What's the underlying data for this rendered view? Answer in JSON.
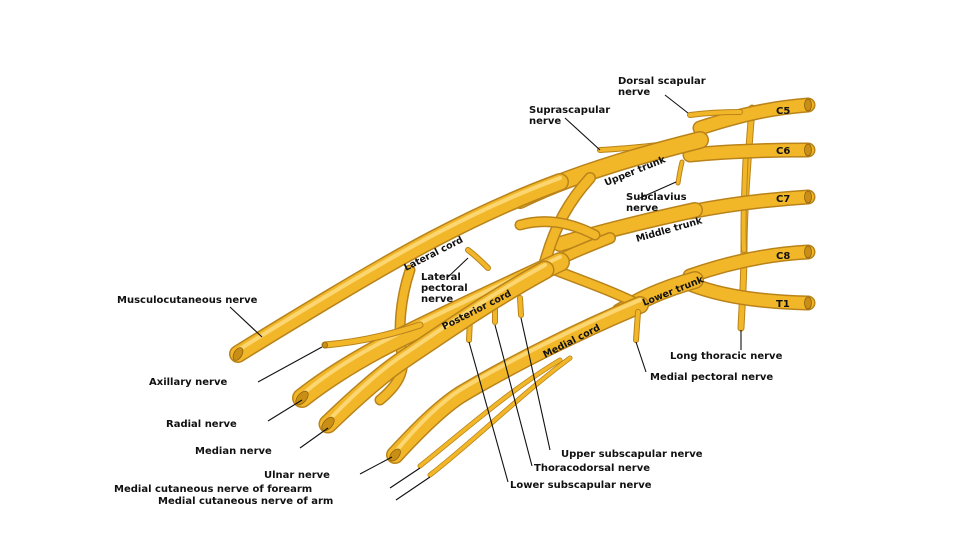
{
  "roots": [
    {
      "id": "c5",
      "label": "C5"
    },
    {
      "id": "c6",
      "label": "C6"
    },
    {
      "id": "c7",
      "label": "C7"
    },
    {
      "id": "c8",
      "label": "C8"
    },
    {
      "id": "t1",
      "label": "T1"
    }
  ],
  "trunks": {
    "upper": "Upper trunk",
    "middle": "Middle trunk",
    "lower": "Lower trunk"
  },
  "cords": {
    "lateral": "Lateral cord",
    "posterior": "Posterior cord",
    "medial": "Medial cord"
  },
  "labels": {
    "dorsal_scapular": [
      "Dorsal scapular",
      "nerve"
    ],
    "suprascapular": [
      "Suprascapular",
      "nerve"
    ],
    "subclavius": [
      "Subclavius",
      "nerve"
    ],
    "lateral_pectoral": [
      "Lateral",
      "pectoral",
      "nerve"
    ],
    "musculocutaneous": "Musculocutaneous nerve",
    "axillary": "Axillary nerve",
    "radial": "Radial nerve",
    "median": "Median nerve",
    "ulnar": "Ulnar nerve",
    "medial_cutaneous_forearm": "Medial cutaneous nerve of forearm",
    "medial_cutaneous_arm": "Medial cutaneous nerve of arm",
    "long_thoracic": "Long thoracic nerve",
    "medial_pectoral": "Medial pectoral nerve",
    "upper_subscapular": "Upper subscapular nerve",
    "thoracodorsal": "Thoracodorsal nerve",
    "lower_subscapular": "Lower subscapular nerve"
  }
}
